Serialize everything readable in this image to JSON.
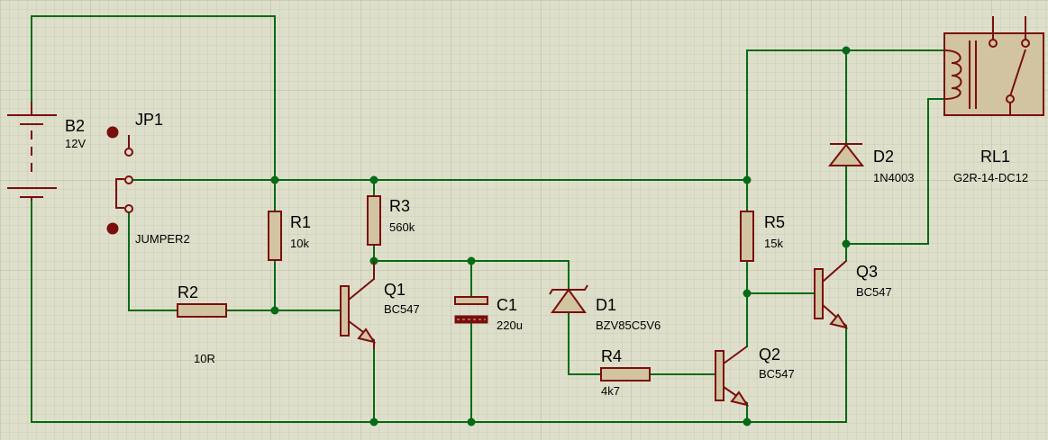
{
  "colors": {
    "background": "#dedfca",
    "wire": "#046a16",
    "component": "#7a0e0e",
    "component_body": "#d2c4a0",
    "text": "#000000"
  },
  "components": {
    "B2": {
      "ref": "B2",
      "value": "12V"
    },
    "JP1": {
      "ref": "JP1",
      "value": "JUMPER2"
    },
    "R1": {
      "ref": "R1",
      "value": "10k"
    },
    "R2": {
      "ref": "R2",
      "value": "10R"
    },
    "R3": {
      "ref": "R3",
      "value": "560k"
    },
    "R4": {
      "ref": "R4",
      "value": "4k7"
    },
    "R5": {
      "ref": "R5",
      "value": "15k"
    },
    "C1": {
      "ref": "C1",
      "value": "220u"
    },
    "D1": {
      "ref": "D1",
      "value": "BZV85C5V6"
    },
    "D2": {
      "ref": "D2",
      "value": "1N4003"
    },
    "Q1": {
      "ref": "Q1",
      "value": "BC547"
    },
    "Q2": {
      "ref": "Q2",
      "value": "BC547"
    },
    "Q3": {
      "ref": "Q3",
      "value": "BC547"
    },
    "RL1": {
      "ref": "RL1",
      "value": "G2R-14-DC12"
    }
  }
}
